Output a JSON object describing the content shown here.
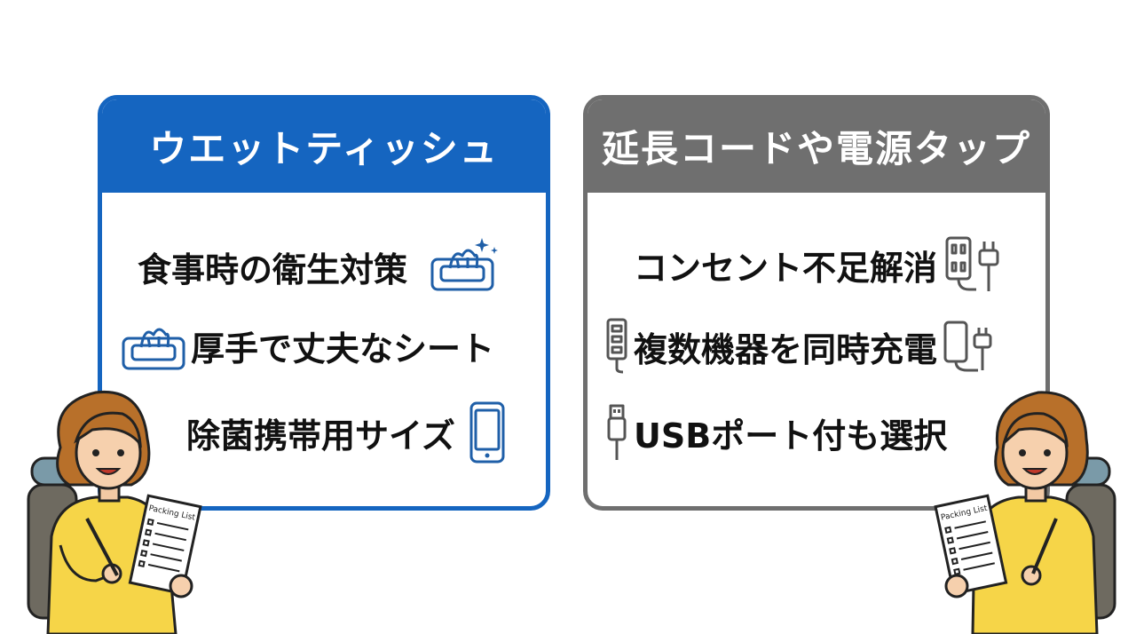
{
  "left_card": {
    "title": "ウエットティッシュ",
    "items": [
      {
        "text": "食事時の衛生対策",
        "icon": "wet-wipes-sparkle-icon"
      },
      {
        "text": "厚手で丈夫なシート",
        "icon": "wet-wipes-icon"
      },
      {
        "text": "除菌携帯用サイズ",
        "icon": "smartphone-icon"
      }
    ],
    "accent": "#1565c0"
  },
  "right_card": {
    "title": "延長コードや電源タップ",
    "items": [
      {
        "text": "コンセント不足解消",
        "icon": "power-outlet-plug-icon"
      },
      {
        "text": "複数機器を同時充電",
        "icon": "power-strip-phone-icon"
      },
      {
        "text": "USBポート付も選択",
        "icon": "usb-plug-icon"
      }
    ],
    "accent": "#6f6f6f"
  },
  "illustration": {
    "clipboard_label": "Packing List"
  }
}
